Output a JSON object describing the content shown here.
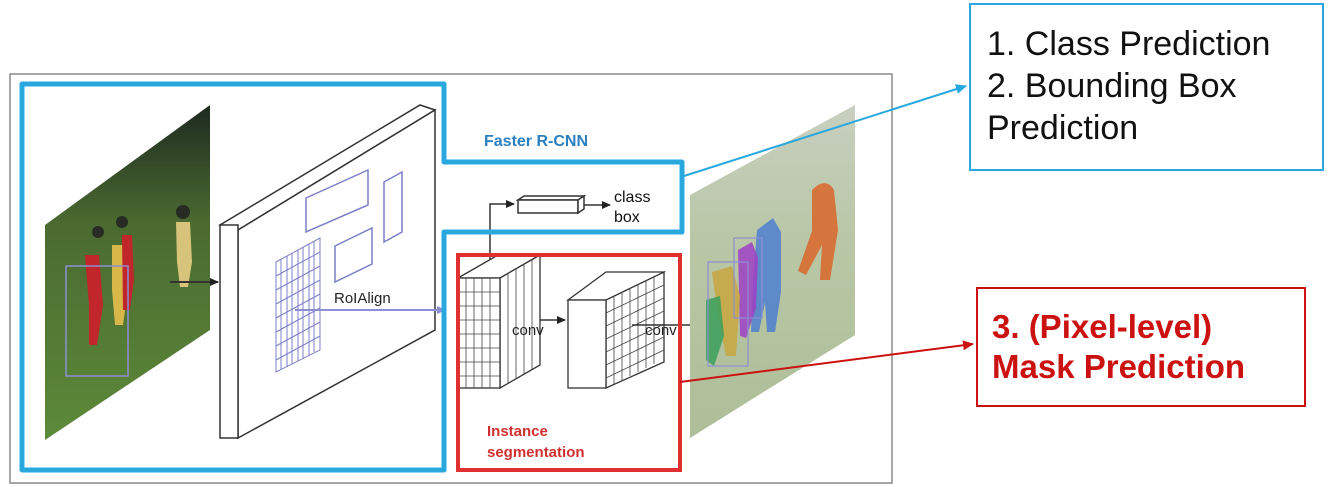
{
  "diagram": {
    "faster_rcnn_label": "Faster R-CNN",
    "class_label": "class",
    "box_label": "box",
    "roialign_label": "RoIAlign",
    "conv1_label": "conv",
    "conv2_label": "conv",
    "instance_label_line1": "Instance",
    "instance_label_line2": "segmentation"
  },
  "callouts": {
    "blue": [
      "1. Class Prediction",
      "2. Bounding Box",
      "Prediction"
    ],
    "red": [
      "3. (Pixel-level)",
      "Mask Prediction"
    ]
  },
  "colors": {
    "blue_outline": "#29a8e0",
    "red_outline": "#e03030",
    "label_blue": "#2a7fc0",
    "label_red": "#d03030",
    "grid": "#7d7fc8"
  }
}
